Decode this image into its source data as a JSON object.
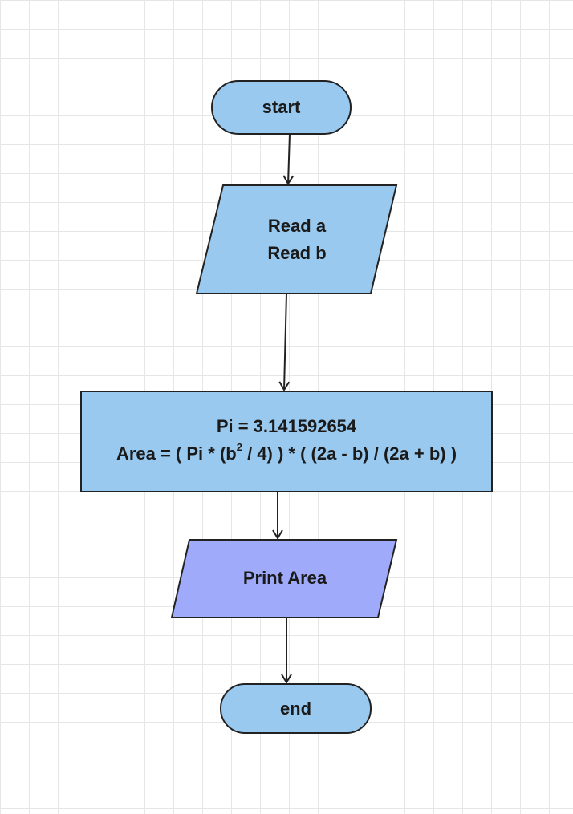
{
  "nodes": {
    "start": {
      "text": "start"
    },
    "input": {
      "line1": "Read a",
      "line2": "Read b"
    },
    "process": {
      "line1": "Pi = 3.141592654",
      "line2_a": "Area = ( Pi * (b",
      "line2_sup": "2",
      "line2_b": " / 4) ) * ( (2a - b) / (2a + b) )"
    },
    "output": {
      "text": "Print Area"
    },
    "end": {
      "text": "end"
    }
  },
  "colors": {
    "terminal_fill": "#99c9ef",
    "io_fill": "#99c9ef",
    "process_fill": "#99c9ef",
    "output_fill": "#9faafb",
    "stroke": "#222222"
  }
}
